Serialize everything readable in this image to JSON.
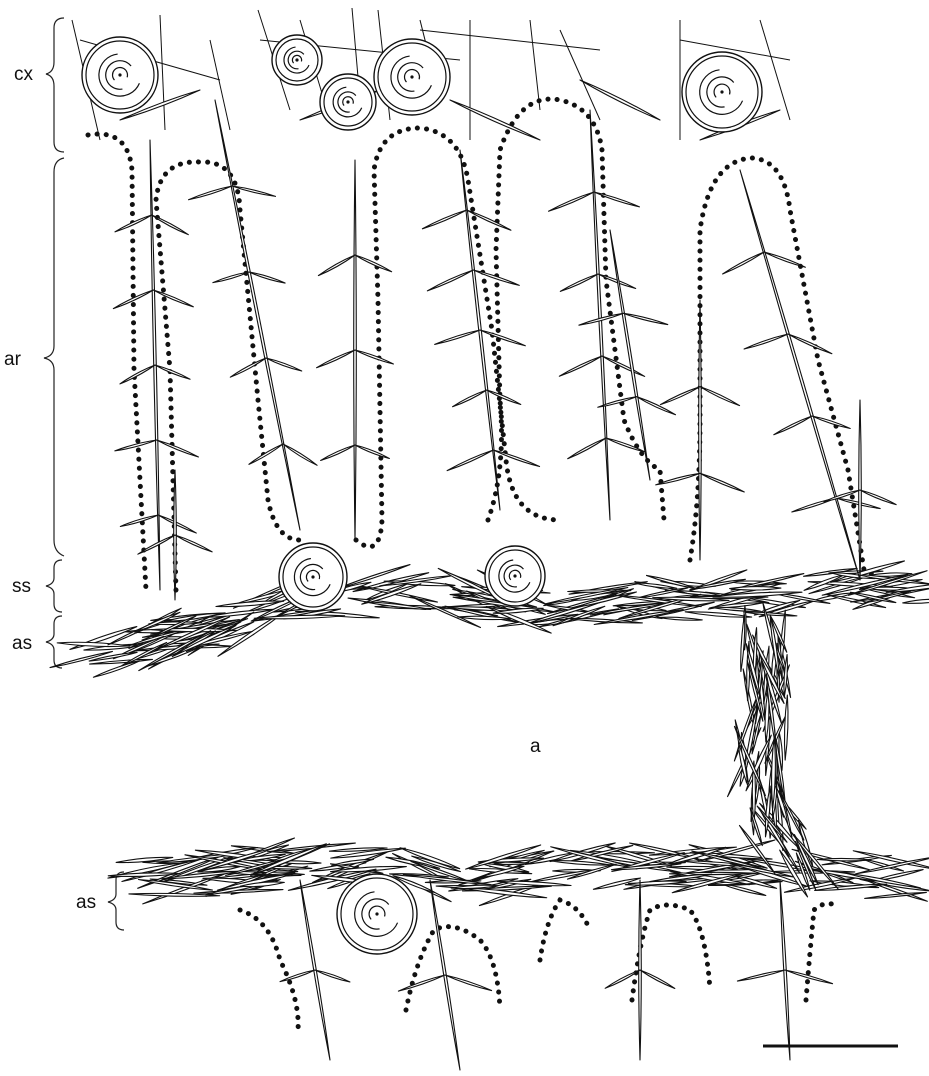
{
  "labels": {
    "cortex": "cx",
    "atrial_region": "ar",
    "subatrial_skeleton": "ss",
    "atrial_skeleton_upper": "as",
    "atrium": "a",
    "atrial_skeleton_lower": "as"
  },
  "colors": {
    "ink": "#111111",
    "background": "#ffffff"
  },
  "icons": [
    "brace-icon",
    "scale-bar-icon"
  ]
}
